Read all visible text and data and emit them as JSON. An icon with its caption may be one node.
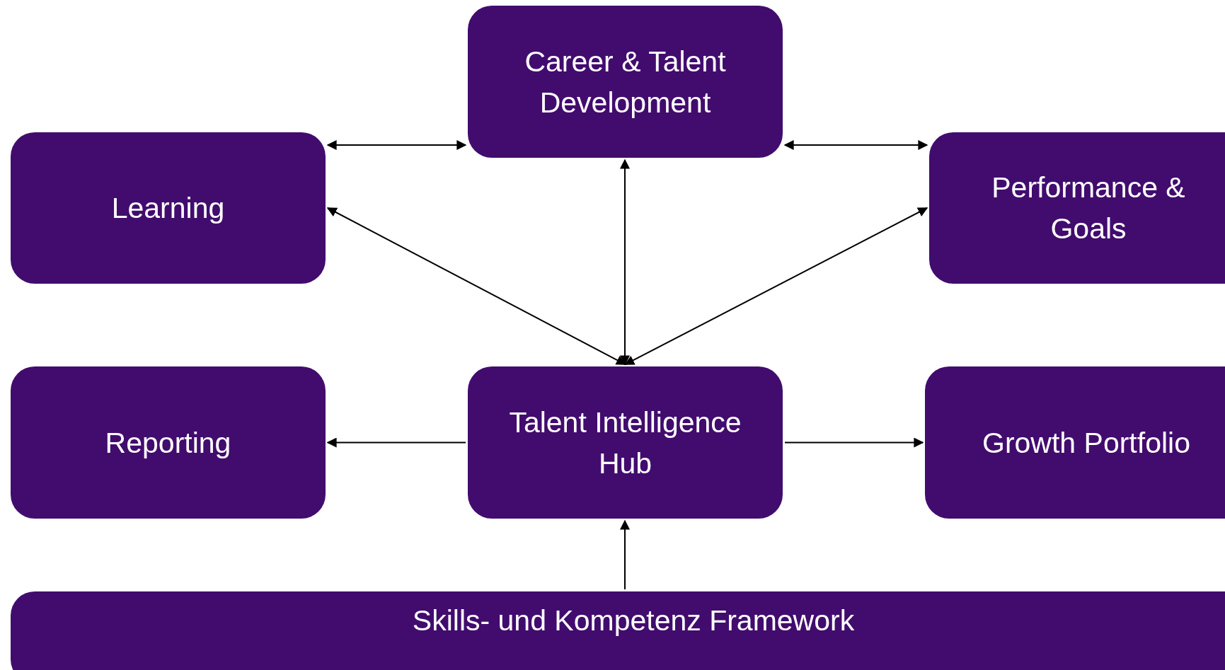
{
  "diagram": {
    "nodes": [
      {
        "text": [
          "Career & Talent Development"
        ]
      },
      {
        "text": [
          "Learning"
        ]
      },
      {
        "text": [
          "Performance & Goals"
        ]
      },
      {
        "text": [
          "Reporting"
        ]
      },
      {
        "text": [
          "Talent Intelligence Hub"
        ]
      },
      {
        "text": [
          "Growth Portfolio"
        ]
      },
      {
        "text": [
          "Skills- und Kompetenz Framework"
        ]
      }
    ],
    "edges": [
      {
        "from": 1,
        "to": 0,
        "arrow": "both"
      },
      {
        "from": 0,
        "to": 2,
        "arrow": "both"
      },
      {
        "from": 0,
        "to": 4,
        "arrow": "both"
      },
      {
        "from": 1,
        "to": 4,
        "arrow": "both"
      },
      {
        "from": 2,
        "to": 4,
        "arrow": "both"
      },
      {
        "from": 4,
        "to": 3,
        "arrow": "to"
      },
      {
        "from": 4,
        "to": 5,
        "arrow": "to"
      },
      {
        "from": 6,
        "to": 4,
        "arrow": "to"
      }
    ]
  }
}
